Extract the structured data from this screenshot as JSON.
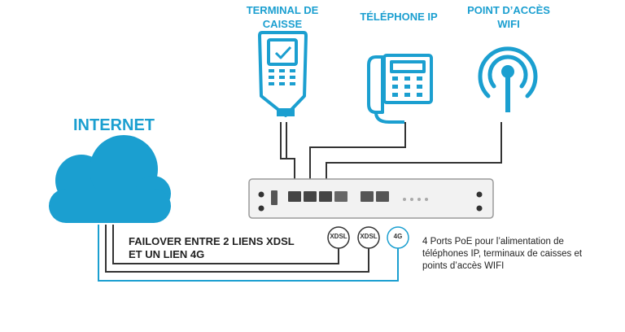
{
  "labels": {
    "terminal": "TERMINAL DE\nCAISSE",
    "telephone": "TÉLÉPHONE IP",
    "wifi": "POINT D’ACCÈS\nWIFI",
    "internet": "INTERNET"
  },
  "failover": {
    "line1": "FAILOVER ENTRE 2 LIENS XDSL",
    "line2": "ET UN LIEN 4G"
  },
  "links": [
    "XDSL",
    "XDSL",
    "4G"
  ],
  "poe_note": {
    "line1": "4 Ports PoE pour l’alimentation de",
    "line2": "téléphones IP, terminaux de caisses et",
    "line3": "points d’accès WIFI"
  },
  "colors": {
    "accent": "#1b9fd0",
    "wire": "#333333",
    "router_body": "#f2f2f2"
  }
}
